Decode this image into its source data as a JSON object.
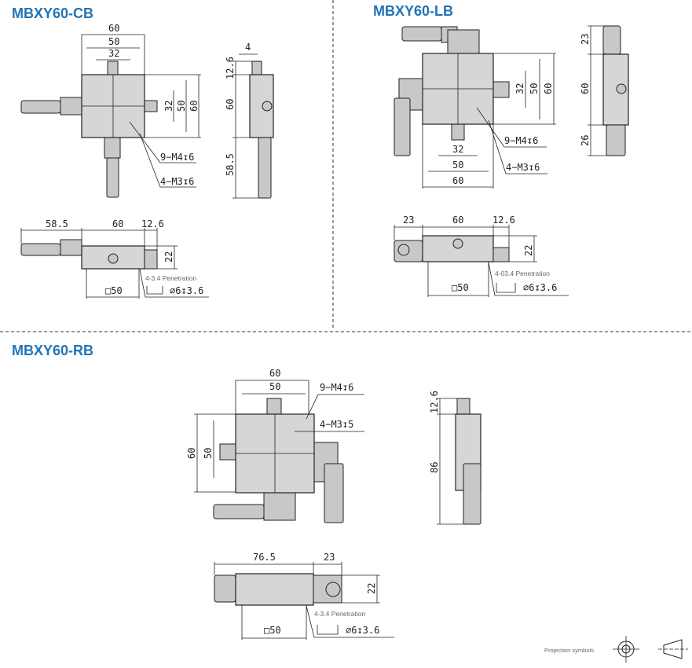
{
  "cb": {
    "title": "MBXY60-CB",
    "dim60": "60",
    "dim50": "50",
    "dim32": "32",
    "r32": "32",
    "r50": "50",
    "r60": "60",
    "hole1": "9−M4↧6",
    "hole2": "4−M3↧6",
    "side4": "4",
    "side12": "12.6",
    "side60": "60",
    "side58": "58.5",
    "f58": "58.5",
    "f60": "60",
    "f12": "12.6",
    "f22": "22",
    "pen": "4-3.4 Penetration",
    "sq50": "□50",
    "cb": "⌀6↧3.6"
  },
  "lb": {
    "title": "MBXY60-LB",
    "r32": "32",
    "r50": "50",
    "r60": "60",
    "b32": "32",
    "b50": "50",
    "b60": "60",
    "hole1": "9−M4↧6",
    "hole2": "4−M3↧6",
    "s23": "23",
    "s60": "60",
    "s26": "26",
    "f23": "23",
    "f60": "60",
    "f12": "12.6",
    "f22": "22",
    "pen": "4-03.4 Penetration",
    "sq50": "□50",
    "cb": "⌀6↧3.6"
  },
  "rb": {
    "title": "MBXY60-RB",
    "dim60": "60",
    "dim50": "50",
    "l60": "60",
    "l50": "50",
    "hole1": "9−M4↧6",
    "hole2": "4−M3↧5",
    "s12": "12.6",
    "s86": "86",
    "f76": "76.5",
    "f23": "23",
    "f22": "22",
    "pen": "4-3.4 Penetration",
    "sq50": "□50",
    "cb": "⌀6↧3.6"
  },
  "footer": {
    "projection": "Projection symbols"
  }
}
